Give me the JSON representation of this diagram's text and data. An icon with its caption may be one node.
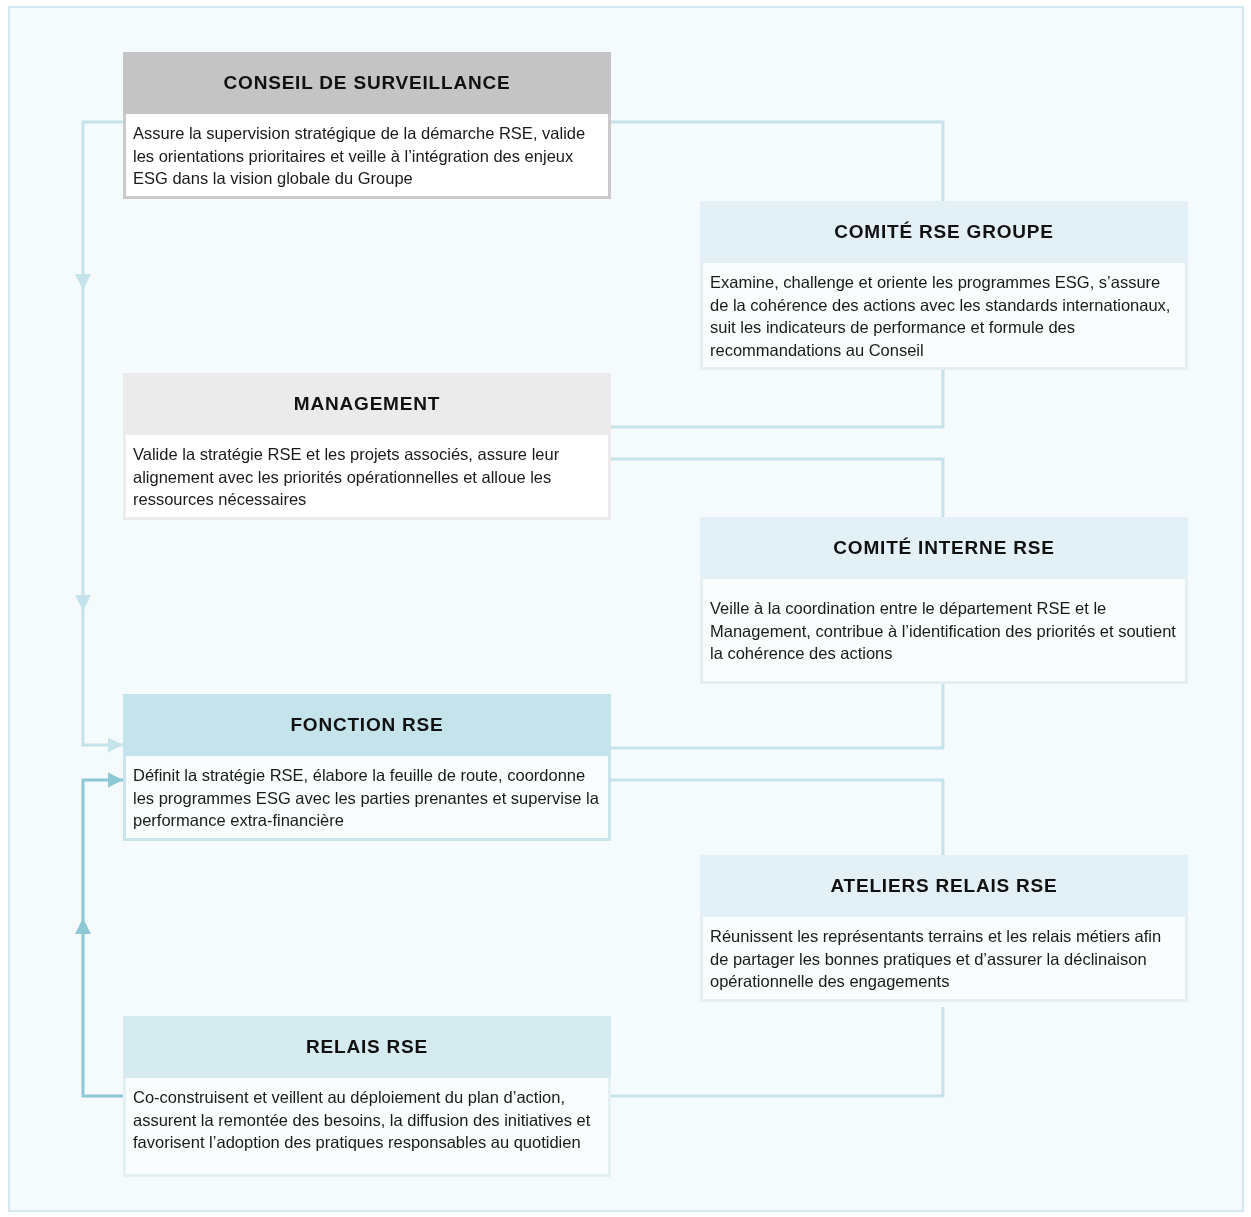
{
  "diagram": {
    "nodes": [
      {
        "text": [
          "CONSEIL DE SURVEILLANCE",
          "Assure la supervision stratégique de la démarche RSE, valide les orientations prioritaires et veille à l’intégration des enjeux ESG dans la vision globale du Groupe"
        ]
      },
      {
        "text": [
          "COMITÉ RSE GROUPE",
          "Examine, challenge et oriente les programmes ESG, s’assure de la cohérence des actions avec les standards internationaux, suit les indicateurs de performance et formule des recommandations au Conseil"
        ]
      },
      {
        "text": [
          "MANAGEMENT",
          "Valide la stratégie RSE et les projets associés, assure leur alignement avec les priorités opérationnelles et alloue les ressources nécessaires"
        ]
      },
      {
        "text": [
          "COMITÉ INTERNE RSE",
          "Veille à la coordination entre le département RSE et le Management, contribue à l’identification des priorités et soutient la cohérence des actions"
        ]
      },
      {
        "text": [
          "FONCTION RSE",
          "Définit la stratégie RSE, élabore la feuille de route, coordonne les programmes ESG avec les parties prenantes et supervise la performance extra-financière"
        ]
      },
      {
        "text": [
          "ATELIERS RELAIS RSE",
          "Réunissent les représentants terrains et les relais métiers afin de partager les bonnes pratiques et d’assurer la déclinaison opérationnelle des engagements"
        ]
      },
      {
        "text": [
          "RELAIS RSE",
          "Co-construisent et veillent au déploiement du plan d’action, assurent la remontée des besoins, la diffusion des initiatives et favorisent l’adoption des pratiques responsables au quotidien"
        ]
      }
    ],
    "edges": [
      {
        "from": 0,
        "to": 4,
        "arrow": "to"
      },
      {
        "from": 0,
        "to": 1,
        "arrow": "none"
      },
      {
        "from": 1,
        "to": 2,
        "arrow": "none"
      },
      {
        "from": 2,
        "to": 3,
        "arrow": "none"
      },
      {
        "from": 3,
        "to": 4,
        "arrow": "none"
      },
      {
        "from": 4,
        "to": 5,
        "arrow": "none"
      },
      {
        "from": 5,
        "to": 6,
        "arrow": "none"
      },
      {
        "from": 6,
        "to": 4,
        "arrow": "to",
        "color": "#8cc8d6"
      }
    ]
  }
}
